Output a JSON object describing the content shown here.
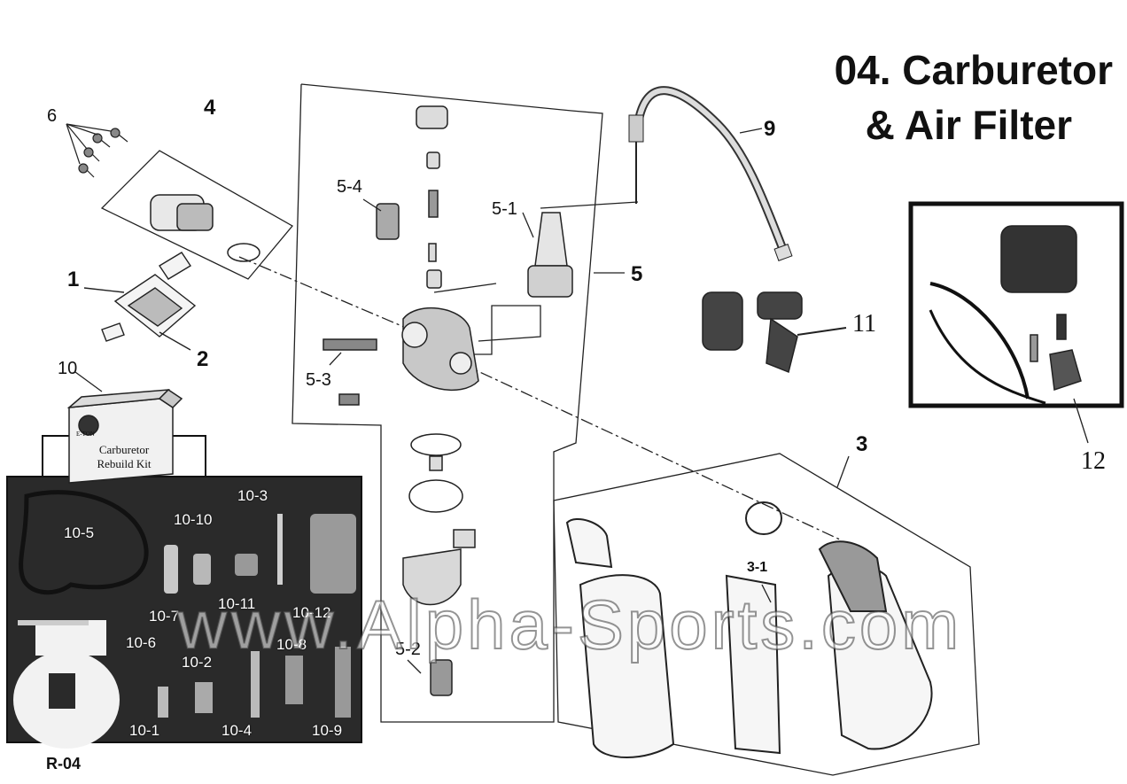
{
  "title": {
    "line1": "04. Carburetor",
    "line2": "& Air Filter"
  },
  "callouts": {
    "c1": "1",
    "c2": "2",
    "c3": "3",
    "c3_1": "3-1",
    "c4": "4",
    "c5": "5",
    "c5_1": "5-1",
    "c5_2": "5-2",
    "c5_3": "5-3",
    "c5_4": "5-4",
    "c6": "6",
    "c9": "9",
    "c10": "10",
    "c11": "11",
    "c12": "12"
  },
  "kit": {
    "box_line1": "Carburetor",
    "box_line2": "Rebuild Kit",
    "brand": "E-TON",
    "parts": {
      "p10_1": "10-1",
      "p10_2": "10-2",
      "p10_3": "10-3",
      "p10_4": "10-4",
      "p10_5": "10-5",
      "p10_6": "10-6",
      "p10_7": "10-7",
      "p10_8": "10-8",
      "p10_9": "10-9",
      "p10_10": "10-10",
      "p10_11": "10-11",
      "p10_12": "10-12"
    },
    "code": "R-04"
  },
  "watermark": "www.Alpha-Sports.com"
}
